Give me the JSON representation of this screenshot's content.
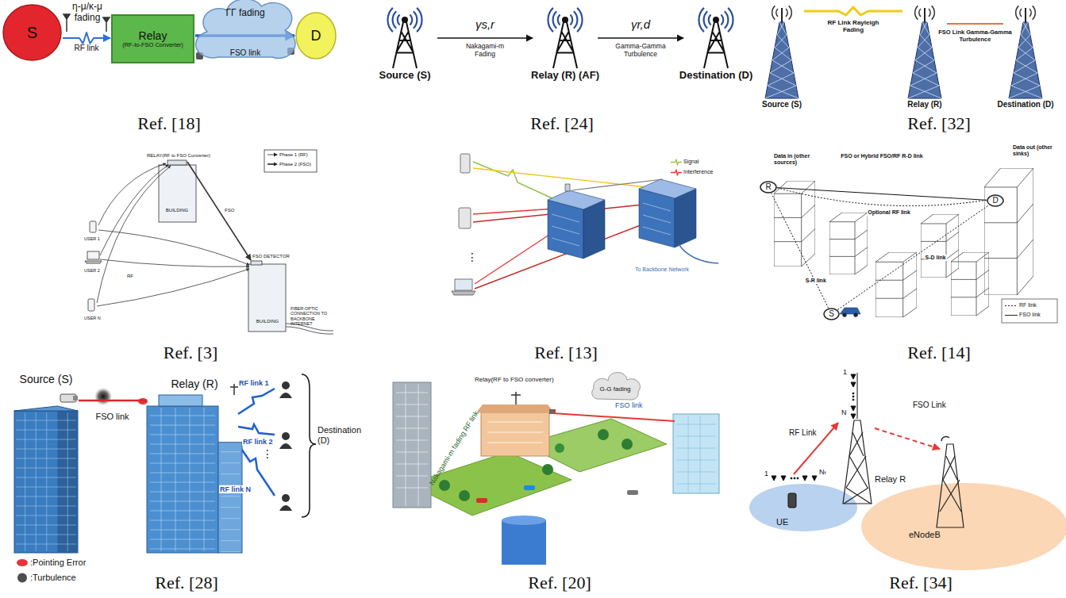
{
  "diagram": {
    "nodes": [
      {
        "text": [
          "S"
        ]
      },
      {
        "text": [
          "Relay",
          "(RF-to-FSO Converter)"
        ]
      },
      {
        "text": [
          "ΓΓ fading",
          "FSO link"
        ]
      },
      {
        "text": [
          "D"
        ]
      },
      {
        "text": [
          "Source (S)"
        ]
      },
      {
        "text": [
          "Relay (R) (AF)"
        ]
      },
      {
        "text": [
          "Destination (D)"
        ]
      },
      {
        "text": [
          "Source (S)"
        ]
      },
      {
        "text": [
          "Relay (R)"
        ]
      },
      {
        "text": [
          "Destination (D)"
        ]
      },
      {
        "text": [
          "R"
        ]
      },
      {
        "text": [
          "D"
        ]
      },
      {
        "text": [
          "S"
        ]
      },
      {
        "text": [
          "Source (S)"
        ]
      },
      {
        "text": [
          "Relay (R)"
        ]
      }
    ],
    "edges": [
      {
        "from": 0,
        "to": 1,
        "arrow": "to",
        "label": "RF link"
      },
      {
        "from": 1,
        "to": 3,
        "arrow": "to"
      },
      {
        "from": 4,
        "to": 5,
        "arrow": "to",
        "label": "Nakagami-m Fading"
      },
      {
        "from": 5,
        "to": 6,
        "arrow": "to",
        "label": "Gamma-Gamma Turbulence"
      },
      {
        "from": 7,
        "to": 8,
        "arrow": "none",
        "label": "RF Link Rayleigh Fading"
      },
      {
        "from": 8,
        "to": 9,
        "arrow": "none",
        "label": "FSO Link Gamma-Gamma Turbulence"
      },
      {
        "from": 10,
        "to": 11,
        "arrow": "none",
        "label": "FSO or Hybrid FSO/RF R-D link"
      },
      {
        "from": 10,
        "to": 11,
        "arrow": "none",
        "label": "Optional RF link"
      },
      {
        "from": 12,
        "to": 11,
        "arrow": "none",
        "label": "S-D link"
      },
      {
        "from": 12,
        "to": 10,
        "arrow": "none",
        "label": "S-R link"
      },
      {
        "from": 13,
        "to": 14,
        "arrow": "none",
        "label": "FSO link"
      }
    ],
    "labels": [
      "η-μ/κ-μ fading",
      "Ref. [18]",
      "γs,r",
      "γr,d",
      "Ref. [24]",
      "Ref. [32]",
      "RELAY(RF to FSO Converter)",
      "BUILDING",
      "FSO",
      "FSO DETECTOR",
      "RF",
      "USER 1",
      "USER 2",
      "USER N",
      "BUILDING",
      "FIBER-OPTIC CONNECTION TO BACKBONE INTERNET",
      "Ref. [3]",
      "⋮",
      "To Backbone Network",
      "Ref. [13]",
      "Data in (other sources)",
      "Data out (other sinks)",
      "Ref. [14]",
      "RF link 1",
      "RF link 2",
      "⋮",
      "RF link N",
      "Destination (D)",
      "Ref. [28]",
      "Relay(RF to FSO converter)",
      "Nakagami-m fading RF link",
      "G-G fading",
      "FSO link",
      "Ref. [20]",
      "1",
      "N",
      "1",
      "Nₜ",
      "RF Link",
      "FSO Link",
      "UE",
      "Relay R",
      "eNodeB",
      "Ref. [34]"
    ],
    "legend": [
      {
        "text": "Phase 1 (RF)"
      },
      {
        "text": "Phase 2 (FSO)"
      },
      {
        "text": "Signal"
      },
      {
        "text": "Interference"
      },
      {
        "text": "RF link"
      },
      {
        "text": "FSO link"
      },
      {
        "text": ":Pointing Error",
        "color": "#e8323a"
      },
      {
        "text": ":Turbulence",
        "color": "#222222"
      }
    ]
  }
}
